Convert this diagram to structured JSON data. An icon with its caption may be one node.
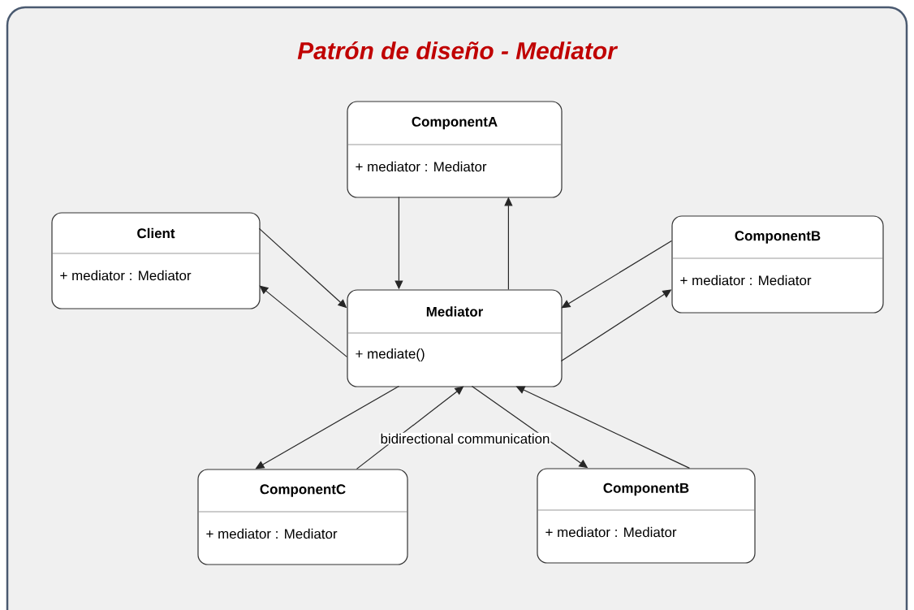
{
  "diagram": {
    "title": "Patrón de diseño - Mediator",
    "nodes": [
      {
        "text": [
          "ComponentA",
          "+ mediator : Mediator"
        ]
      },
      {
        "text": [
          "Client",
          "+ mediator : Mediator"
        ]
      },
      {
        "text": [
          "ComponentB",
          "+ mediator : Mediator"
        ]
      },
      {
        "text": [
          "Mediator",
          "+ mediate()"
        ]
      },
      {
        "text": [
          "ComponentC",
          "+ mediator : Mediator"
        ]
      },
      {
        "text": [
          "ComponentB",
          "+ mediator : Mediator"
        ]
      }
    ],
    "edges": [
      {
        "from": 0,
        "to": 3,
        "arrow": "to"
      },
      {
        "from": 3,
        "to": 0,
        "arrow": "to"
      },
      {
        "from": 1,
        "to": 3,
        "arrow": "to"
      },
      {
        "from": 3,
        "to": 1,
        "arrow": "to"
      },
      {
        "from": 2,
        "to": 3,
        "arrow": "to"
      },
      {
        "from": 3,
        "to": 2,
        "arrow": "to"
      },
      {
        "from": 3,
        "to": 4,
        "arrow": "to"
      },
      {
        "from": 4,
        "to": 3,
        "arrow": "to"
      },
      {
        "from": 3,
        "to": 5,
        "arrow": "to",
        "label": "bidirectional communication"
      },
      {
        "from": 5,
        "to": 3,
        "arrow": "to"
      }
    ]
  }
}
